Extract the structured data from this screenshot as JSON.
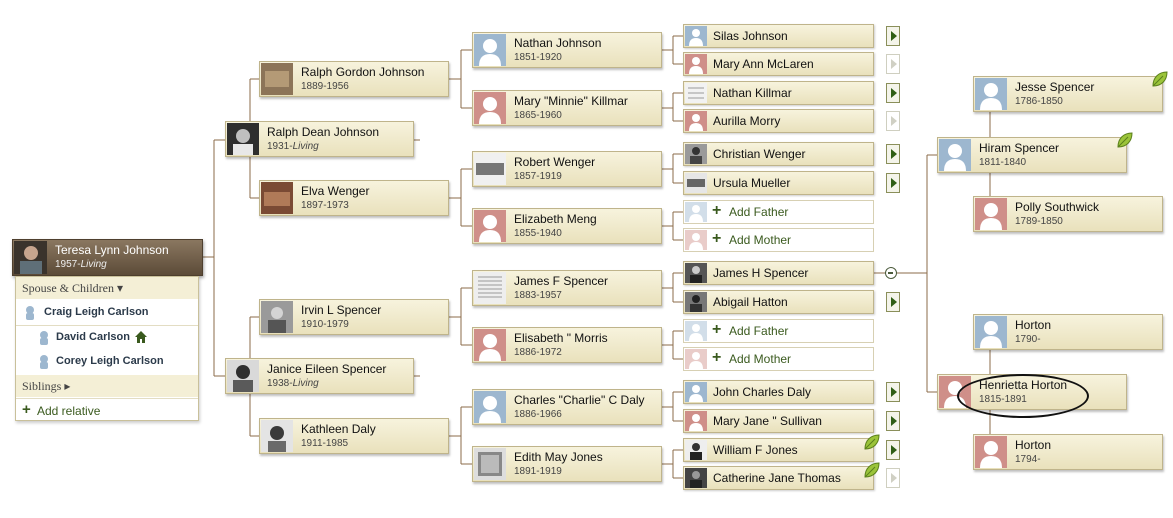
{
  "colors": {
    "male": "#9db7cf",
    "female": "#cf8f89",
    "accent": "#3a5a1e",
    "card": "#efe8c9"
  },
  "root": {
    "name": "Teresa Lynn Johnson",
    "birth": "1957-",
    "status": "Living"
  },
  "panel": {
    "spouse_children": "Spouse & Children ▾",
    "spouse": "Craig Leigh Carlson",
    "children": [
      "David Carlson",
      "Corey Leigh Carlson"
    ],
    "siblings": "Siblings ▸",
    "add_relative": "Add relative"
  },
  "gen1": [
    {
      "name": "Ralph Dean Johnson",
      "birth": "1931-",
      "status": "Living"
    },
    {
      "name": "Janice Eileen Spencer",
      "birth": "1938-",
      "status": "Living"
    }
  ],
  "gen2": [
    {
      "name": "Ralph Gordon Johnson",
      "dates": "1889-1956"
    },
    {
      "name": "Elva Wenger",
      "dates": "1897-1973"
    },
    {
      "name": "Irvin L Spencer",
      "dates": "1910-1979"
    },
    {
      "name": "Kathleen Daly",
      "dates": "1911-1985"
    }
  ],
  "gen3": [
    {
      "name": "Nathan Johnson",
      "dates": "1851-1920"
    },
    {
      "name": "Mary \"Minnie\" Killmar",
      "dates": "1865-1960"
    },
    {
      "name": "Robert Wenger",
      "dates": "1857-1919"
    },
    {
      "name": "Elizabeth Meng",
      "dates": "1855-1940"
    },
    {
      "name": "James F Spencer",
      "dates": "1883-1957"
    },
    {
      "name": "Elisabeth \" Morris",
      "dates": "1886-1972"
    },
    {
      "name": "Charles \"Charlie\" C Daly",
      "dates": "1886-1966"
    },
    {
      "name": "Edith May Jones",
      "dates": "1891-1919"
    }
  ],
  "gen4": [
    "Silas Johnson",
    "Mary Ann McLaren",
    "Nathan Killmar",
    "Aurilla Morry",
    "Christian Wenger",
    "Ursula Mueller",
    "Add Father",
    "Add Mother",
    "James H Spencer",
    "Abigail Hatton",
    "Add Father",
    "Add Mother",
    "John Charles Daly",
    "Mary Jane \" Sullivan",
    "William F Jones",
    "Catherine Jane Thomas"
  ],
  "right": [
    {
      "name": "Jesse Spencer",
      "dates": "1786-1850"
    },
    {
      "name": "Hiram Spencer",
      "dates": "1811-1840"
    },
    {
      "name": "Polly Southwick",
      "dates": "1789-1850"
    },
    {
      "name": "Horton",
      "dates": "1790-"
    },
    {
      "name": "Henrietta Horton",
      "dates": "1815-1891"
    },
    {
      "name": "Horton",
      "dates": "1794-"
    }
  ]
}
